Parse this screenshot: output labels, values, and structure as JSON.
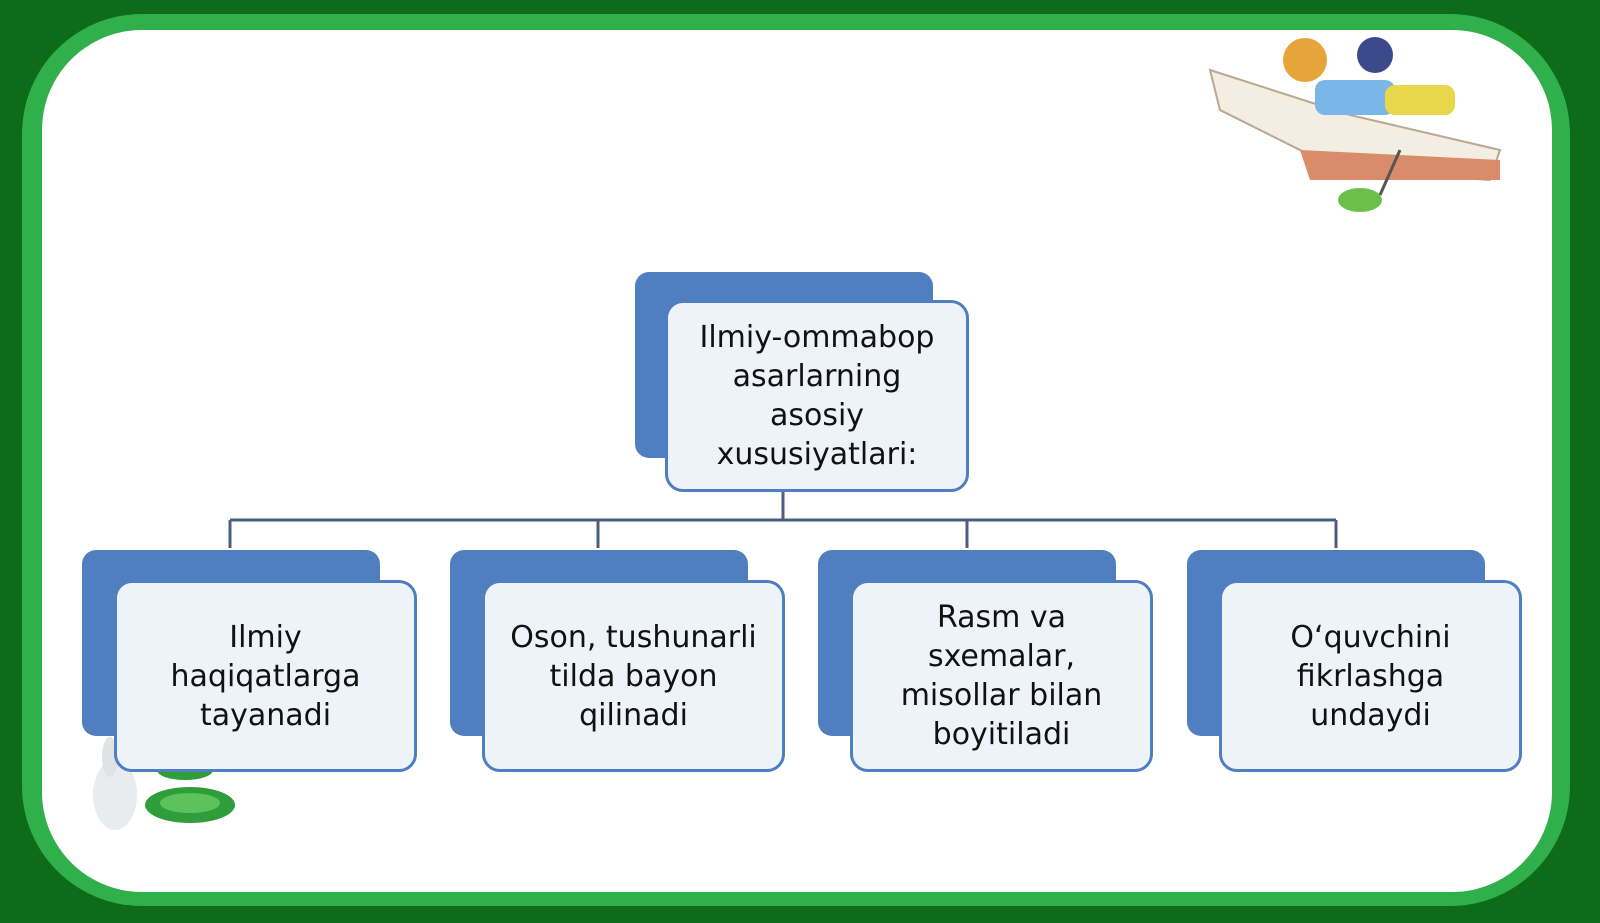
{
  "diagram": {
    "root": {
      "label": "Ilmiy-ommabop asarlarning asosiy xususiyatlari:"
    },
    "children": [
      {
        "label": "Ilmiy haqiqatlarga tayanadi"
      },
      {
        "label": "Oson, tushunarli tilda bayon qilinadi"
      },
      {
        "label": "Rasm va sxemalar, misollar bilan boyitiladi"
      },
      {
        "label": "O‘quvchini fikrlashga undaydi"
      }
    ]
  },
  "colors": {
    "outer_frame": "#0d6b1a",
    "inner_frame": "#2fb04a",
    "box_back": "#4f7fc0",
    "box_front": "#eef3fa",
    "connector": "#4a5f80"
  },
  "decorations": [
    "children-reading-book-illustration",
    "rabbit-on-leaves-illustration"
  ]
}
